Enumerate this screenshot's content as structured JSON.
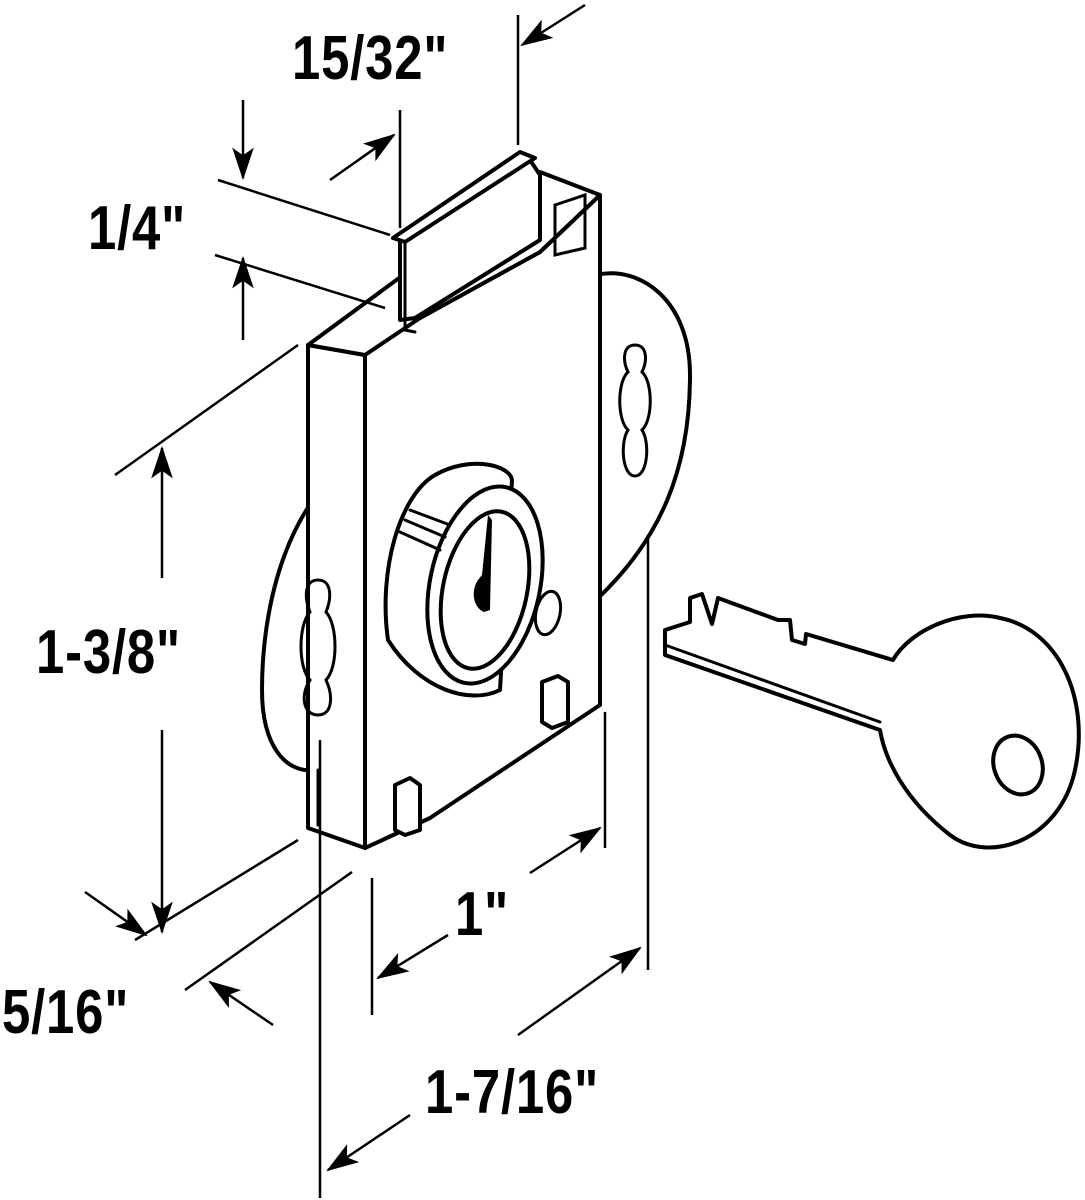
{
  "dimensions": {
    "d_15_32": "15/32\"",
    "d_1_4": "1/4\"",
    "d_1_3_8": "1-3/8\"",
    "d_5_16": "5/16\"",
    "d_1": "1\"",
    "d_1_7_16": "1-7/16\""
  },
  "colors": {
    "ink": "#000000",
    "background": "#ffffff"
  },
  "icons": {
    "part": "cam-lock-icon",
    "key": "key-icon"
  }
}
